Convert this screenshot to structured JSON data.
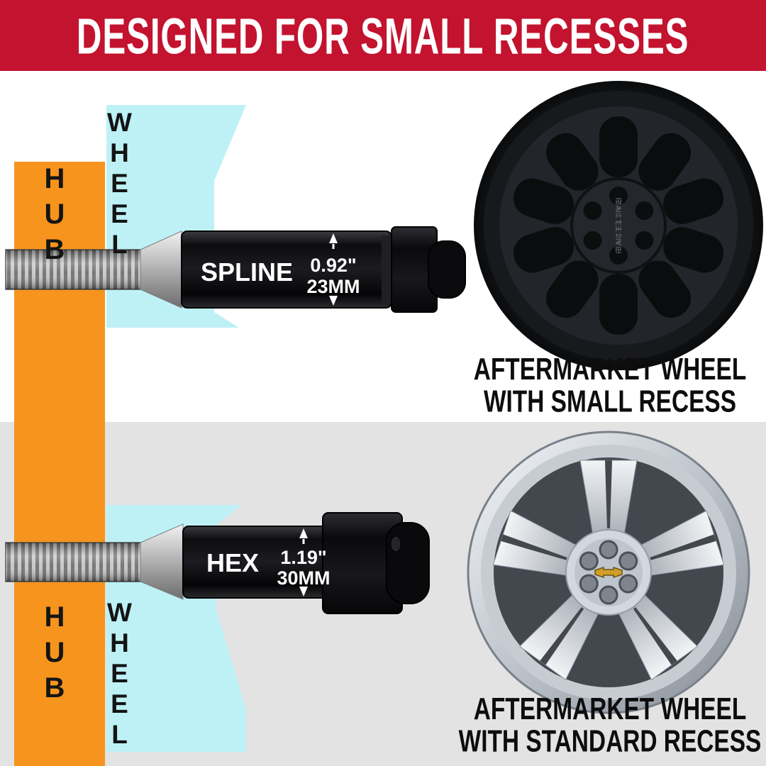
{
  "header": {
    "title": "DESIGNED FOR SMALL RECESSES"
  },
  "colors": {
    "banner_red": "#c3132f",
    "hub_orange": "#f7941d",
    "wheel_cyan": "#bdf1f6",
    "lower_bg": "#e3e3e3",
    "nut_black": "#121215"
  },
  "top": {
    "hub_label": "HUB",
    "wheel_label": "WHEEL",
    "nut_type": "SPLINE",
    "measure_inches": "0.92\"",
    "measure_mm": "23MM",
    "wheel_brand": "RACELINE",
    "caption_line1": "AFTERMARKET WHEEL",
    "caption_line2": "WITH SMALL RECESS"
  },
  "bottom": {
    "hub_label": "HUB",
    "wheel_label": "WHEEL",
    "nut_type": "HEX",
    "measure_inches": "1.19\"",
    "measure_mm": "30MM",
    "caption_line1": "AFTERMARKET WHEEL",
    "caption_line2": "WITH STANDARD RECESS"
  }
}
